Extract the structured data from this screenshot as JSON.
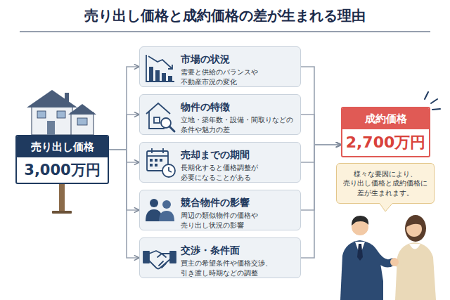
{
  "diagram": {
    "title": "売り出し価格と成約価格の差が生まれる理由",
    "nodes": [
      {
        "text": [
          "売り出し価格",
          "3,000万円"
        ]
      },
      {
        "text": [
          "市場の状況",
          "需要と供給のバランスや 不動産市況の変化"
        ]
      },
      {
        "text": [
          "物件の特徴",
          "立地・築年数・設備・間取りなどの 条件や魅力の差"
        ]
      },
      {
        "text": [
          "売却までの期間",
          "長期化すると価格調整が 必要になることがある"
        ]
      },
      {
        "text": [
          "競合物件の影響",
          "周辺の類似物件の価格や 売り出し状況の影響"
        ]
      },
      {
        "text": [
          "交渉・条件面",
          "買主の希望条件や価格交渉、 引き渡し時期などの調整"
        ]
      },
      {
        "text": [
          "成約価格",
          "2,700万円"
        ]
      },
      {
        "text": [
          "様々な要因により、 売り出し価格と成約価格に 差が生まれます。"
        ]
      }
    ],
    "edges": [
      {
        "from": 0,
        "to": 1,
        "arrow": "to"
      },
      {
        "from": 0,
        "to": 2,
        "arrow": "to"
      },
      {
        "from": 0,
        "to": 3,
        "arrow": "to"
      },
      {
        "from": 0,
        "to": 4,
        "arrow": "to"
      },
      {
        "from": 0,
        "to": 5,
        "arrow": "to"
      },
      {
        "from": 1,
        "to": 6,
        "arrow": "to"
      },
      {
        "from": 2,
        "to": 6,
        "arrow": "to"
      },
      {
        "from": 3,
        "to": 6,
        "arrow": "to"
      },
      {
        "from": 4,
        "to": 6,
        "arrow": "to"
      },
      {
        "from": 5,
        "to": 6,
        "arrow": "to"
      }
    ]
  }
}
